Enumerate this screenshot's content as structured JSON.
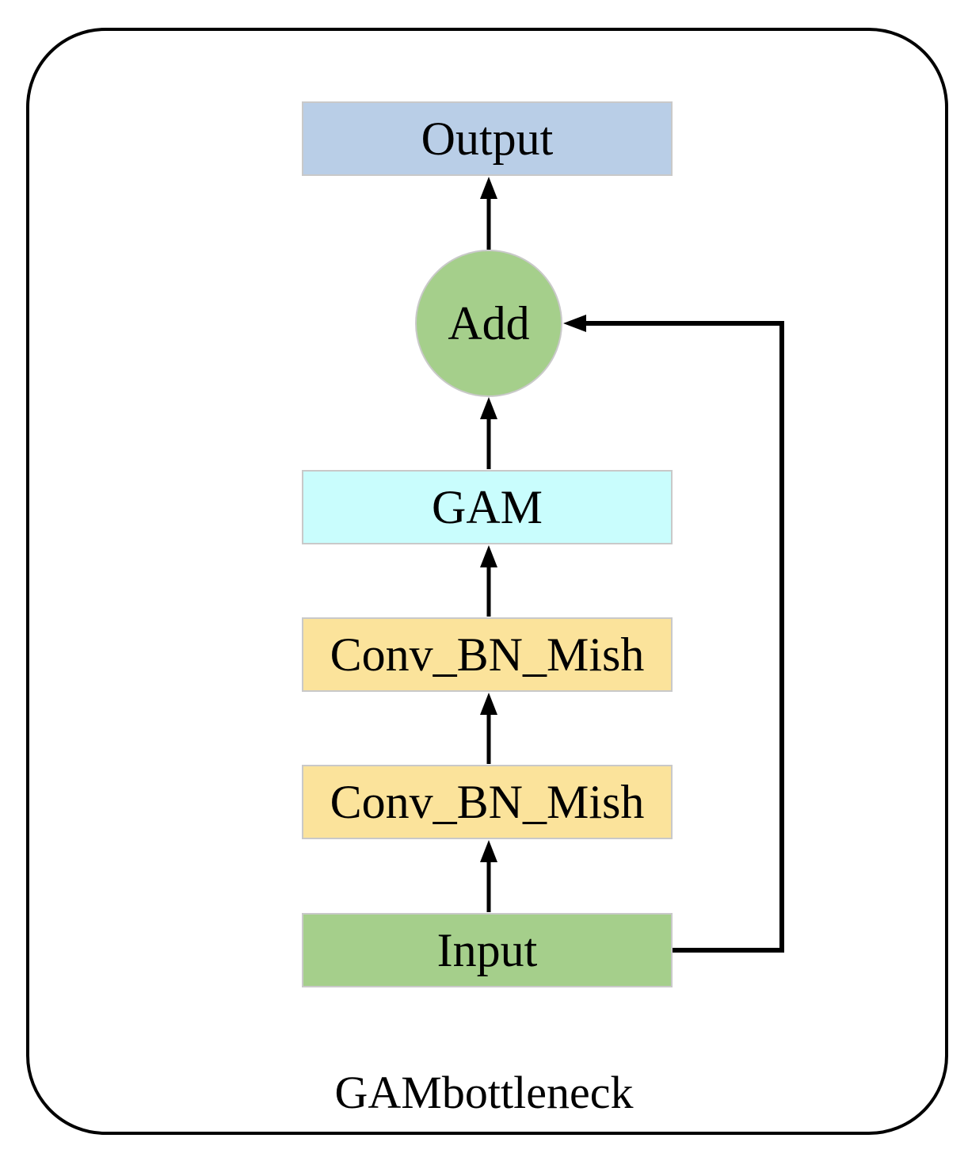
{
  "diagram": {
    "caption": "GAMbottleneck",
    "nodes": {
      "output": {
        "label": "Output",
        "fill": "#B9CEE7",
        "shape": "rect"
      },
      "add": {
        "label": "Add",
        "fill": "#A5CF8B",
        "shape": "circle"
      },
      "gam": {
        "label": "GAM",
        "fill": "#C9FDFD",
        "shape": "rect"
      },
      "conv_top": {
        "label": "Conv_BN_Mish",
        "fill": "#FBE39B",
        "shape": "rect"
      },
      "conv_bottom": {
        "label": "Conv_BN_Mish",
        "fill": "#FBE39B",
        "shape": "rect"
      },
      "input": {
        "label": "Input",
        "fill": "#A5CF8B",
        "shape": "rect"
      }
    },
    "edges": [
      {
        "from": "input",
        "to": "conv_bottom",
        "type": "arrow"
      },
      {
        "from": "conv_bottom",
        "to": "conv_top",
        "type": "arrow"
      },
      {
        "from": "conv_top",
        "to": "gam",
        "type": "arrow"
      },
      {
        "from": "gam",
        "to": "add",
        "type": "arrow"
      },
      {
        "from": "add",
        "to": "output",
        "type": "arrow"
      },
      {
        "from": "input",
        "to": "add",
        "type": "skip-connection"
      }
    ],
    "colors": {
      "arrow": "#000000",
      "outer_border": "#000000",
      "node_border": "#C9C9C9",
      "background": "#FFFFFF",
      "text": "#000000"
    }
  }
}
